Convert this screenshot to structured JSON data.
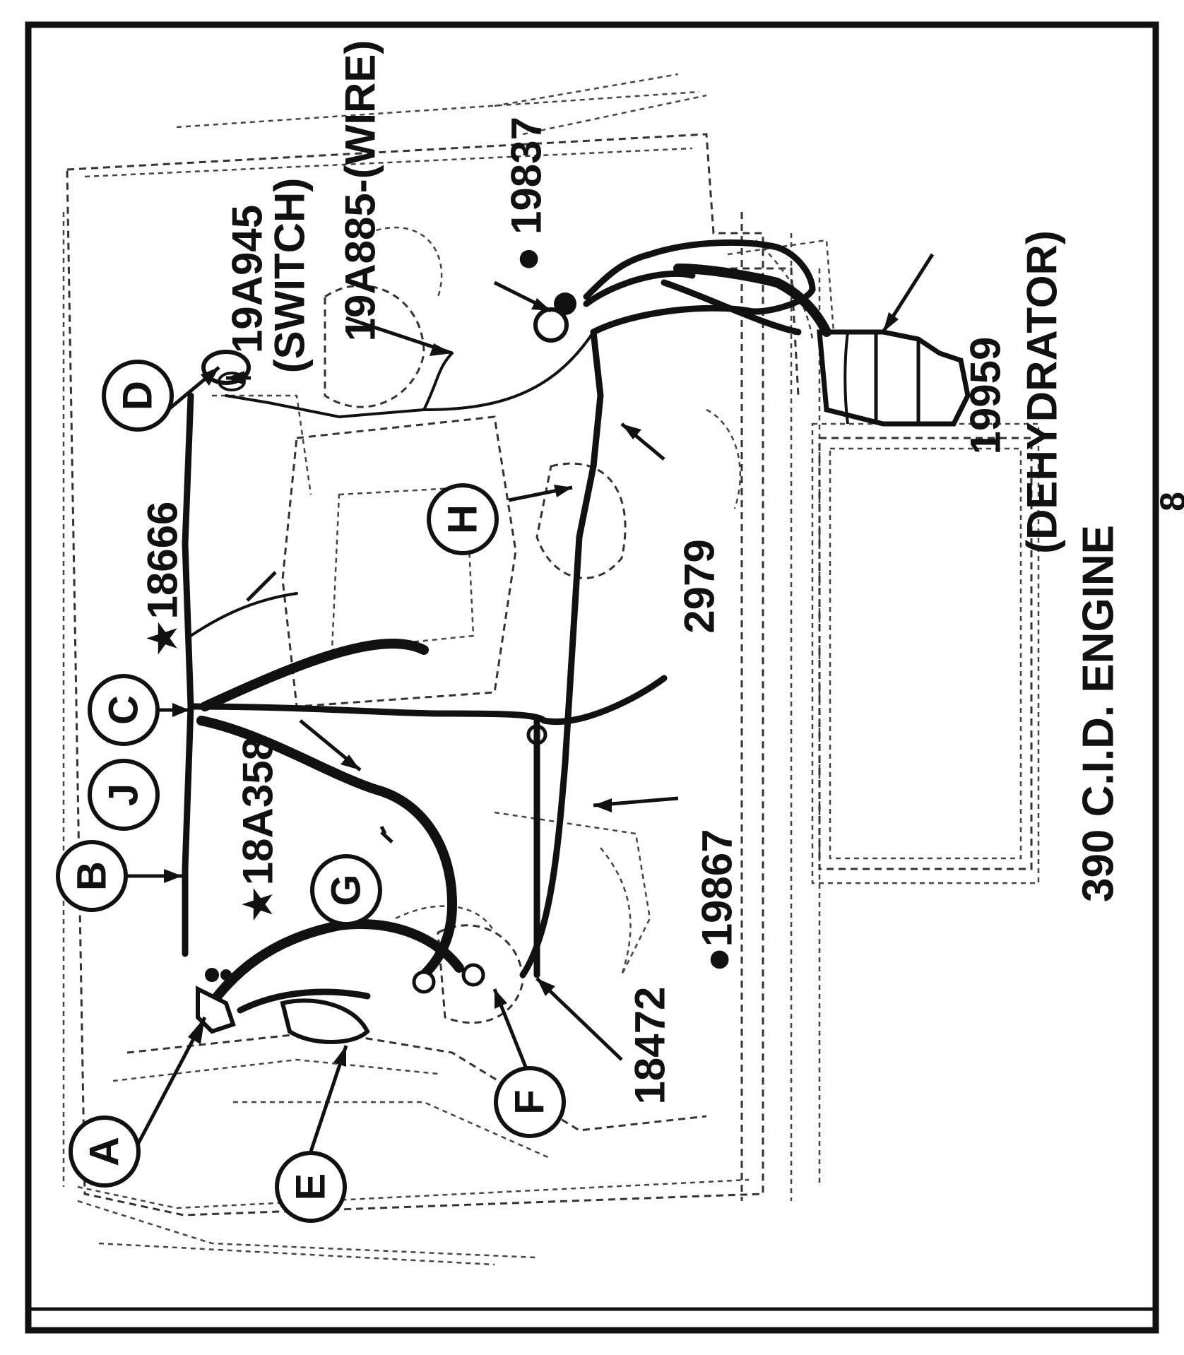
{
  "figure": {
    "caption": "390 C.I.D. ENGINE",
    "figure_number": "8"
  },
  "callouts": [
    "A",
    "B",
    "C",
    "D",
    "E",
    "F",
    "G",
    "H",
    "J"
  ],
  "part_labels": {
    "p19959": "19959",
    "p19959_desc": "(DEHYDRATOR)",
    "p19837": "● 19837",
    "p19A885": "19A885-(WIRE)",
    "p19A945": "19A945",
    "p19A945_desc": "(SWITCH)",
    "p18666": "★18666",
    "p2979": "2979",
    "p18A358": "★18A358",
    "p19867": "●19867",
    "p18472": "18472"
  }
}
